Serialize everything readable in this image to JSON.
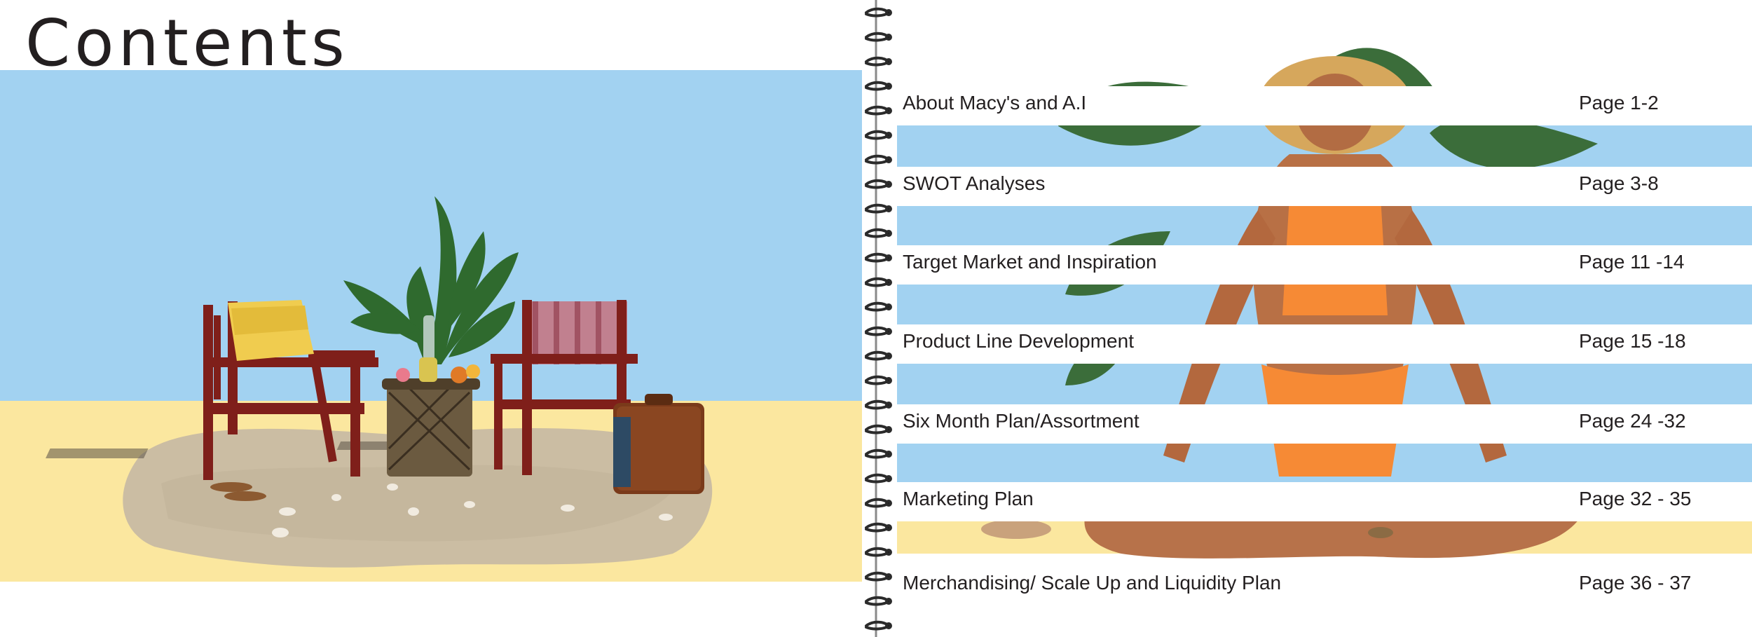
{
  "page": {
    "title": "Contents"
  },
  "colors": {
    "sky": "#a2d2f1",
    "sand": "#fbe79f",
    "text": "#231f20",
    "swimsuit": "#f68a35"
  },
  "toc": [
    {
      "title": "About Macy's and A.I",
      "pages": "Page 1-2"
    },
    {
      "title": "SWOT Analyses",
      "pages": "Page 3-8"
    },
    {
      "title": "Target Market and Inspiration",
      "pages": "Page 11 -14"
    },
    {
      "title": "Product Line Development",
      "pages": "Page 15 -18"
    },
    {
      "title": "Six Month Plan/Assortment",
      "pages": "Page 24 -32"
    },
    {
      "title": "Marketing Plan",
      "pages": "Page 32 - 35"
    },
    {
      "title": "Merchandising/ Scale Up and Liquidity Plan",
      "pages": "Page 36 - 37"
    }
  ]
}
